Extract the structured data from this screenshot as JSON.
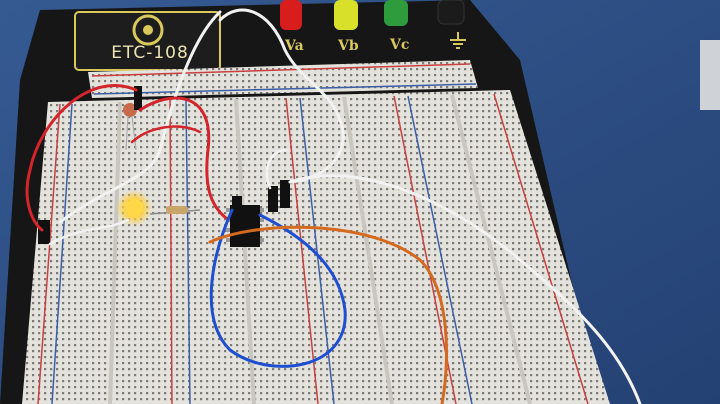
{
  "scene": {
    "description_free": true,
    "colors": {
      "carpet": "#2e4f86",
      "board_base": "#141414",
      "breadboard": "#e4e2dc",
      "red_rail": "#c94040",
      "blue_rail": "#3c5fa8",
      "led": "#ffcf3a",
      "wire_red": "#d3252b",
      "wire_blue": "#1f4fd1",
      "wire_orange": "#d46a1f",
      "wire_white": "#f2f2f2",
      "post_red": "#d81d1d",
      "post_yellow": "#d9e02a",
      "post_green": "#2e9b3c",
      "post_black": "#1b1b1b"
    },
    "labels": {
      "model": "ETC-108",
      "va": "Va",
      "vb": "Vb",
      "vc": "Vc"
    },
    "icons": {
      "ground": "ground-symbol-icon",
      "logo": "circle-logo-icon"
    }
  }
}
